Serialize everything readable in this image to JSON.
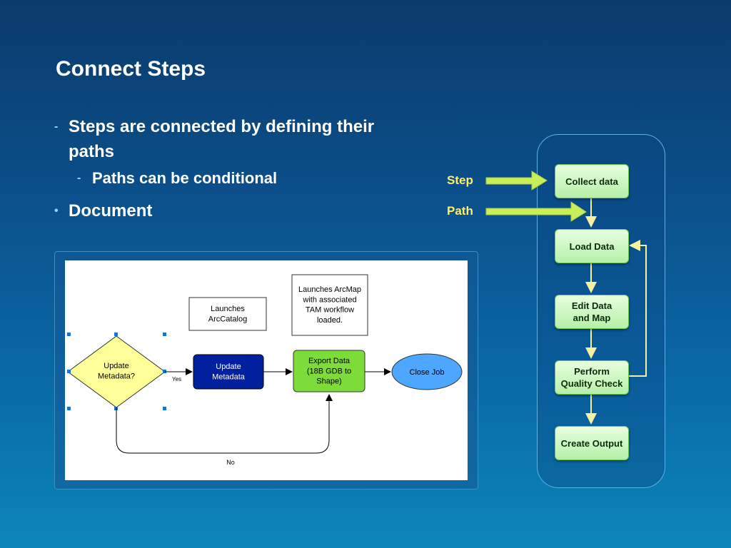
{
  "slide": {
    "title": "Connect Steps",
    "bullets": [
      {
        "text": "Steps are connected by defining their paths",
        "sub": [
          "Paths can be conditional"
        ]
      },
      {
        "text": "Document"
      }
    ],
    "bullet_glyph": "•",
    "sub_glyph": "-"
  },
  "illustration": {
    "legend": {
      "step_label": "Step",
      "path_label": "Path"
    },
    "nodes": [
      "Collect data",
      "Load Data",
      "Edit Data\nand Map",
      "Perform\nQuality Check",
      "Create Output"
    ],
    "colors": {
      "legend_text": "#ffee66",
      "arrow": "#c8ef5a",
      "node_fill": "#c6f5b8",
      "connector": "#f4f2a0"
    }
  },
  "workflow_screenshot": {
    "annotation_arccatalog": "Launches\nArcCatalog",
    "annotation_arcmap": "Launches ArcMap\nwith associated\nTAM workflow\nloaded.",
    "decision": "Update\nMetadata?",
    "step_update_metadata": "Update\nMetadata",
    "step_export_data": "Export Data\n(18B GDB to\nShape)",
    "step_close_job": "Close Job",
    "path_yes": "Yes",
    "path_no": "No",
    "colors": {
      "decision": "#ffff99",
      "update_metadata": "#00209f",
      "export_data": "#7ddc3a",
      "close_job": "#4da6ff"
    }
  }
}
